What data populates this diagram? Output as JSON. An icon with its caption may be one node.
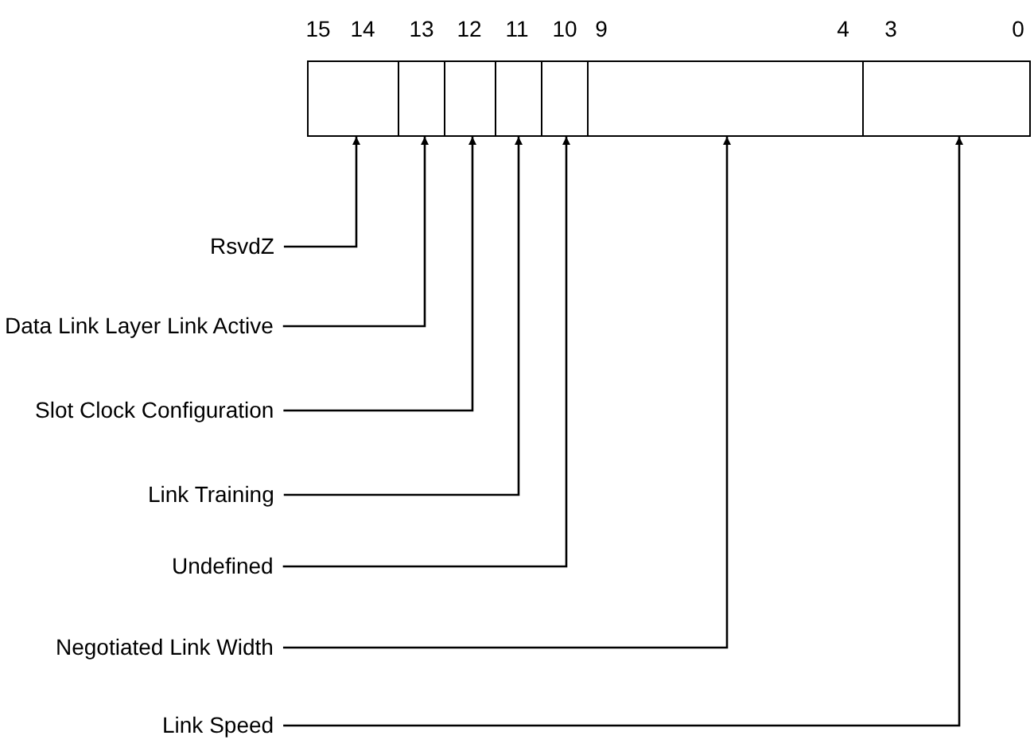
{
  "diagram": {
    "nodes": [
      {
        "text": [],
        "shape": "box"
      },
      {
        "text": [],
        "shape": "box"
      },
      {
        "text": [],
        "shape": "box"
      },
      {
        "text": [],
        "shape": "box"
      },
      {
        "text": [],
        "shape": "box"
      },
      {
        "text": [],
        "shape": "box"
      },
      {
        "text": [],
        "shape": "box"
      },
      {
        "text": [
          "RsvdZ"
        ]
      },
      {
        "text": [
          "Data Link Layer Link Active"
        ]
      },
      {
        "text": [
          "Slot Clock Configuration"
        ]
      },
      {
        "text": [
          "Link Training"
        ]
      },
      {
        "text": [
          "Undefined"
        ]
      },
      {
        "text": [
          "Negotiated Link Width"
        ]
      },
      {
        "text": [
          "Link Speed"
        ]
      }
    ],
    "edges": [
      {
        "from": 7,
        "to": 0,
        "arrow": "to"
      },
      {
        "from": 8,
        "to": 1,
        "arrow": "to"
      },
      {
        "from": 9,
        "to": 2,
        "arrow": "to"
      },
      {
        "from": 10,
        "to": 3,
        "arrow": "to"
      },
      {
        "from": 11,
        "to": 4,
        "arrow": "to"
      },
      {
        "from": 12,
        "to": 5,
        "arrow": "to"
      },
      {
        "from": 13,
        "to": 6,
        "arrow": "to"
      }
    ],
    "labels": [
      "15",
      "14",
      "13",
      "12",
      "11",
      "10",
      "9",
      "4",
      "3",
      "0"
    ]
  }
}
